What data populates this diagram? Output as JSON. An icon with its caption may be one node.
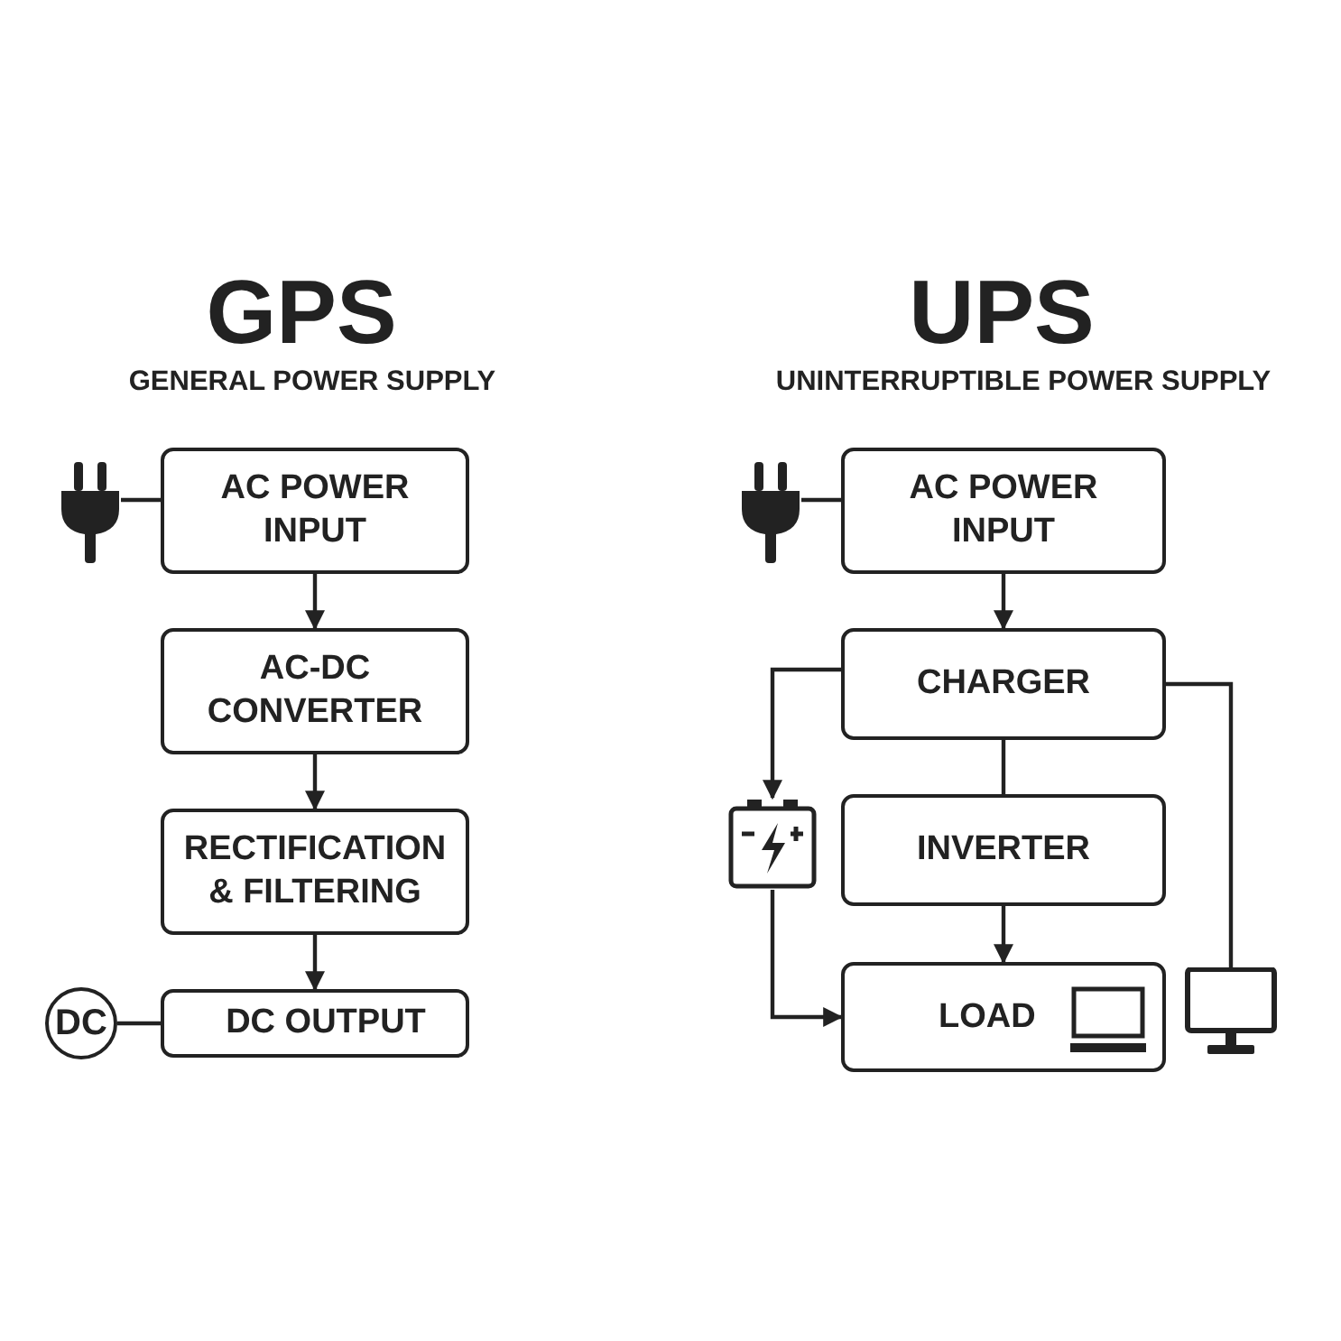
{
  "diagram": {
    "nodes": [
      {
        "text": [],
        "shape": "plug"
      },
      {
        "text": [
          "AC POWER INPUT"
        ]
      },
      {
        "text": [
          "AC-DC CONVERTER"
        ]
      },
      {
        "text": [
          "RECTIFICATION & FILTERING"
        ]
      },
      {
        "text": [
          "DC"
        ]
      },
      {
        "text": [
          "DC OUTPUT"
        ]
      },
      {
        "text": [],
        "shape": "plug"
      },
      {
        "text": [
          "AC POWER INPUT"
        ]
      },
      {
        "text": [
          "CHARGER"
        ]
      },
      {
        "text": [],
        "shape": "battery"
      },
      {
        "text": [
          "INVERTER"
        ]
      },
      {
        "text": [
          "LOAD"
        ]
      },
      {
        "text": [],
        "shape": "monitor"
      }
    ],
    "edges": [
      {
        "from": 0,
        "to": 1,
        "arrow": "none"
      },
      {
        "from": 1,
        "to": 2,
        "arrow": "to"
      },
      {
        "from": 2,
        "to": 3,
        "arrow": "to"
      },
      {
        "from": 3,
        "to": 5,
        "arrow": "to"
      },
      {
        "from": 4,
        "to": 5,
        "arrow": "none"
      },
      {
        "from": 6,
        "to": 7,
        "arrow": "none"
      },
      {
        "from": 7,
        "to": 8,
        "arrow": "to"
      },
      {
        "from": 8,
        "to": 9,
        "arrow": "to"
      },
      {
        "from": 8,
        "to": 10,
        "arrow": "none"
      },
      {
        "from": 10,
        "to": 11,
        "arrow": "to"
      },
      {
        "from": 9,
        "to": 11,
        "arrow": "to"
      },
      {
        "from": 8,
        "to": 12,
        "arrow": "none"
      }
    ],
    "labels": [
      "GPS",
      "GENERAL POWER SUPPLY",
      "UPS",
      "UNINTERRUPTIBLE POWER SUPPLY"
    ]
  }
}
